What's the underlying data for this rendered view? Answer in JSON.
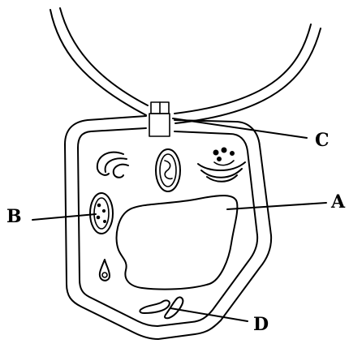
{
  "diagram": {
    "labels": {
      "a": "A",
      "b": "B",
      "c": "C",
      "d": "D"
    },
    "colors": {
      "ink": "#000000",
      "background": "#ffffff"
    }
  }
}
